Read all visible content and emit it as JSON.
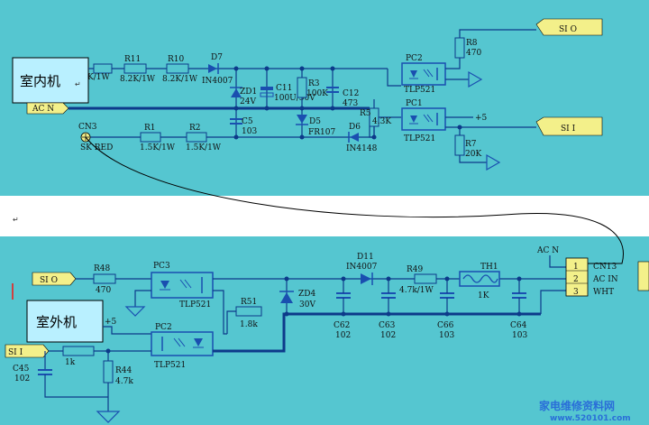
{
  "indoor": {
    "unit_label": "室内机",
    "ac_n": "AC N",
    "cn3": "CN3",
    "sk_red": "SK RED",
    "r_first_value": "K/1W",
    "r11": "R11",
    "r11_value": "8.2K/1W",
    "r10": "R10",
    "r10_value": "8.2K/1W",
    "d7": "D7",
    "d7_value": "IN4007",
    "zd1": "ZD1",
    "zd1_value": "24V",
    "c11": "C11",
    "c11_value": "100U/50V",
    "r3": "R3",
    "r3_value": "100K",
    "c12": "C12",
    "c12_value": "473",
    "c5": "C5",
    "c5_value": "103",
    "d5": "D5",
    "d5_value": "FR107",
    "d6": "D6",
    "d6_value": "IN4148",
    "r1": "R1",
    "r1_value": "1.5K/1W",
    "r2": "R2",
    "r2_value": "1.5K/1W",
    "r5": "R5",
    "r5_value": "4.3K",
    "pc2": "PC2",
    "pc2_value": "TLP521",
    "pc1": "PC1",
    "pc1_value": "TLP521",
    "r8": "R8",
    "r8_value": "470",
    "r7": "R7",
    "r7_value": "20K",
    "plus5": "+5",
    "sio": "SI O",
    "sii": "SI I"
  },
  "outdoor": {
    "unit_label": "室外机",
    "sio": "SI O",
    "sii": "SI I",
    "r48": "R48",
    "r48_value": "470",
    "pc3": "PC3",
    "pc3_value": "TLP521",
    "pc2": "PC2",
    "pc2_value": "TLP521",
    "plus5": "+5",
    "r51": "R51",
    "r51_value": "1.8k",
    "zd4": "ZD4",
    "zd4_value": "30V",
    "d11": "D11",
    "d11_value": "IN4007",
    "r49": "R49",
    "r49_value": "4.7k/1W",
    "th1": "TH1",
    "th1_value": "1K",
    "c62": "C62",
    "c62_value": "102",
    "c63": "C63",
    "c63_value": "102",
    "c66": "C66",
    "c66_value": "103",
    "c64": "C64",
    "c64_value": "103",
    "r_first_value": "1k",
    "c45": "C45",
    "c45_value": "102",
    "r44": "R44",
    "r44_value": "4.7k",
    "ac_n": "AC N",
    "cn13": "CN13",
    "ac_in": "AC IN",
    "wht": "WHT",
    "pin1": "1",
    "pin2": "2",
    "pin3": "3"
  },
  "colors": {
    "board": "#55c6d0",
    "wire": "#0d3a8a",
    "component": "#1a4fb0",
    "label_fill": "#f3f08a",
    "unit_box": "#b9f0ff"
  },
  "paragraph_mark": "↵",
  "watermark": {
    "line1": "家电维修资料网",
    "line2": "www.520101.com"
  }
}
